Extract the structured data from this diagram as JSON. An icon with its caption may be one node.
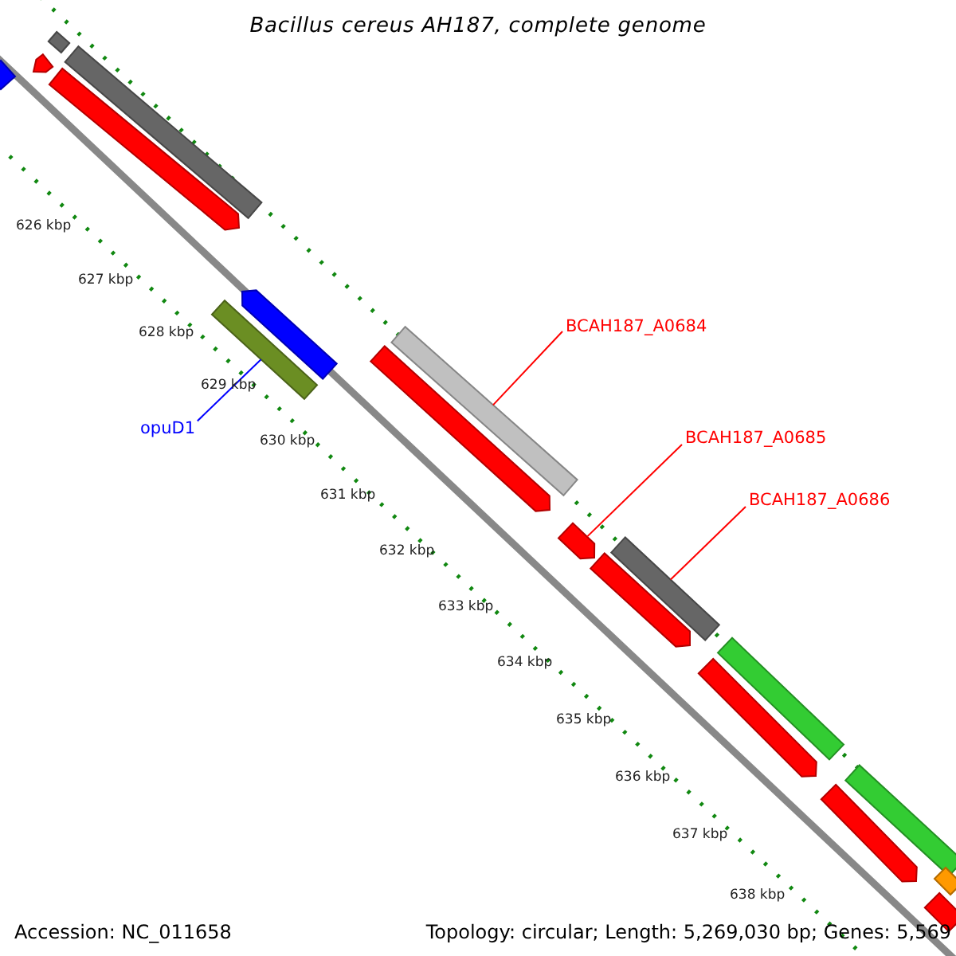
{
  "diagram": {
    "title": "Bacillus cereus AH187, complete genome",
    "nodes": [
      {
        "text": [
          "opuD1"
        ]
      },
      {
        "text": [
          "BCAH187_A0684"
        ]
      },
      {
        "text": [
          "BCAH187_A0685"
        ]
      },
      {
        "text": [
          "BCAH187_A0686"
        ]
      },
      {
        "text": [],
        "shape": "bar"
      },
      {
        "text": [],
        "shape": "bar"
      },
      {
        "text": [],
        "shape": "bar"
      },
      {
        "text": [],
        "shape": "bar"
      },
      {
        "text": [],
        "shape": "bar"
      },
      {
        "text": [],
        "shape": "bar"
      },
      {
        "text": [],
        "shape": "bar"
      },
      {
        "text": [],
        "shape": "bar"
      },
      {
        "text": [],
        "shape": "bar"
      },
      {
        "text": [],
        "shape": "bar"
      },
      {
        "text": [],
        "shape": "bar"
      },
      {
        "text": [],
        "shape": "bar"
      },
      {
        "text": [],
        "shape": "bar"
      },
      {
        "text": [],
        "shape": "bar"
      },
      {
        "text": [],
        "shape": "bar"
      },
      {
        "text": [],
        "shape": "bar"
      },
      {
        "text": [],
        "shape": "bar"
      },
      {
        "text": [],
        "shape": "bar"
      }
    ],
    "edges": [
      {
        "from": 0,
        "to": 10,
        "arrow": "none",
        "color": "#0000ff"
      },
      {
        "from": 1,
        "to": 11,
        "arrow": "none"
      },
      {
        "from": 2,
        "to": 13,
        "arrow": "none"
      },
      {
        "from": 3,
        "to": 14,
        "arrow": "none"
      }
    ],
    "labels": [
      "626 kbp",
      "627 kbp",
      "628 kbp",
      "629 kbp",
      "630 kbp",
      "631 kbp",
      "632 kbp",
      "633 kbp",
      "634 kbp",
      "635 kbp",
      "636 kbp",
      "637 kbp",
      "638 kbp",
      "Accession: NC_011658",
      "Topology: circular; Length: 5,269,030 bp; Genes: 5,569"
    ]
  }
}
